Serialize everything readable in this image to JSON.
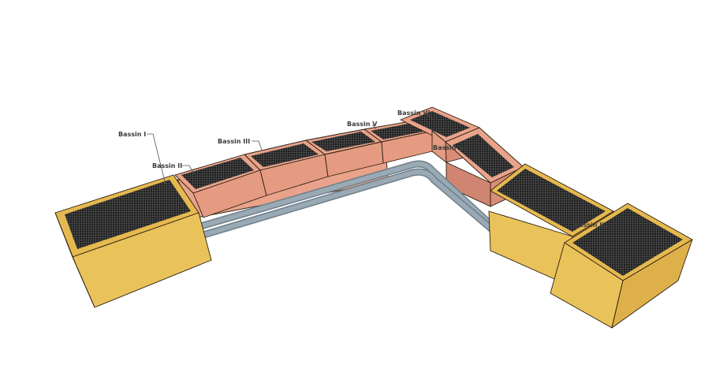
{
  "colors": {
    "pink_top": "#e9a38a",
    "pink_side": "#d98d78",
    "pink_inner": "#f0b59e",
    "yellow_top": "#e6b94f",
    "yellow_side": "#e9c35a",
    "grate": "#2a2a2a",
    "pipe": "#9aaab5",
    "pipe_dark": "#6f7f8a"
  },
  "labels": {
    "bassin_1": "Bassin I",
    "bassin_2": "Bassin II",
    "bassin_3": "Bassin III",
    "bassin_5": "Bassin V",
    "bassin_6": "Bassin VI",
    "bassin_7": "Bassin VII",
    "bassin_9": "Bassin IX"
  }
}
